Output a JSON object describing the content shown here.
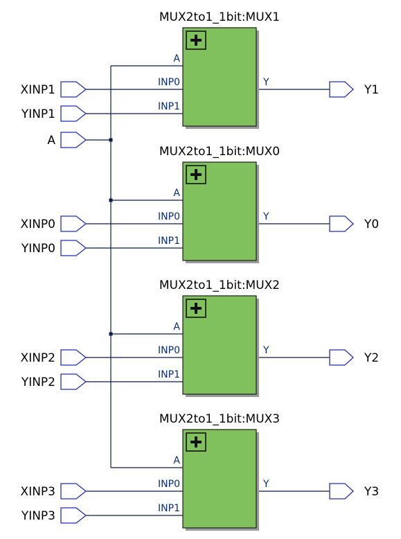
{
  "diagram": {
    "colors": {
      "wire": "#0b1a4a",
      "port_outline": "#1f2dbd",
      "block_fill": "#80c15d",
      "block_outline": "#1a1a1a",
      "pin_text": "#0a2a7a"
    },
    "shared_input": "A",
    "blocks": [
      {
        "title": "MUX2to1_1bit:MUX1",
        "expand_icon": "+",
        "pins": {
          "a": "A",
          "in0": "INP0",
          "in1": "INP1",
          "y": "Y"
        },
        "inputs": [
          "XINP1",
          "YINP1"
        ],
        "output": "Y1"
      },
      {
        "title": "MUX2to1_1bit:MUX0",
        "expand_icon": "+",
        "pins": {
          "a": "A",
          "in0": "INP0",
          "in1": "INP1",
          "y": "Y"
        },
        "inputs": [
          "XINP0",
          "YINP0"
        ],
        "output": "Y0"
      },
      {
        "title": "MUX2to1_1bit:MUX2",
        "expand_icon": "+",
        "pins": {
          "a": "A",
          "in0": "INP0",
          "in1": "INP1",
          "y": "Y"
        },
        "inputs": [
          "XINP2",
          "YINP2"
        ],
        "output": "Y2"
      },
      {
        "title": "MUX2to1_1bit:MUX3",
        "expand_icon": "+",
        "pins": {
          "a": "A",
          "in0": "INP0",
          "in1": "INP1",
          "y": "Y"
        },
        "inputs": [
          "XINP3",
          "YINP3"
        ],
        "output": "Y3"
      }
    ]
  }
}
